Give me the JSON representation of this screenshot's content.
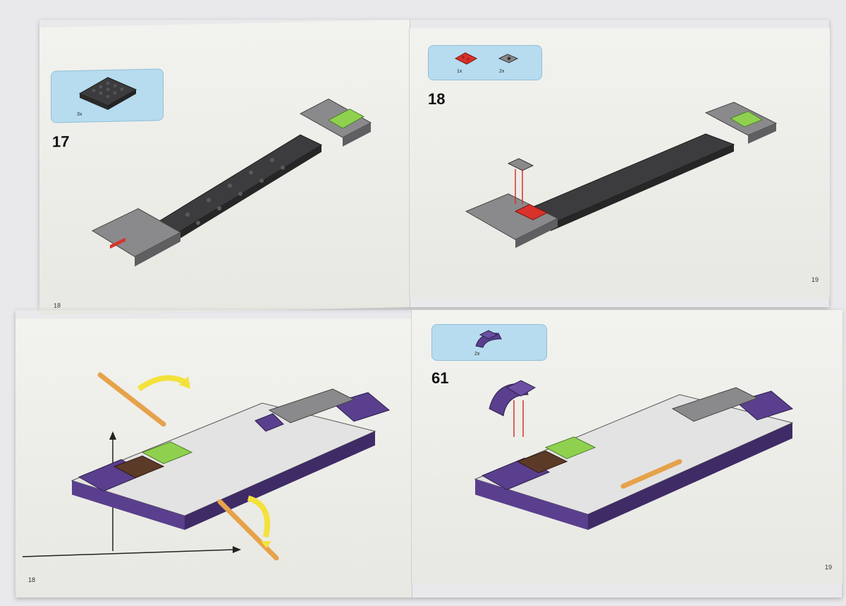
{
  "top_spread": {
    "left": {
      "step": "17",
      "page_number": "18",
      "callout_items": [
        {
          "qty": "3x",
          "part_icon": "dark-gray-plate-icon"
        }
      ]
    },
    "right": {
      "step": "18",
      "page_number": "19",
      "callout_items": [
        {
          "qty": "1x",
          "part_icon": "red-plate-icon"
        },
        {
          "qty": "2x",
          "part_icon": "gray-bracket-icon"
        }
      ]
    }
  },
  "bottom_spread": {
    "left": {
      "page_number": "18"
    },
    "right": {
      "step": "61",
      "page_number": "19",
      "callout_items": [
        {
          "qty": "2x",
          "part_icon": "purple-mudguard-icon"
        }
      ]
    }
  },
  "colors": {
    "callout_bg": "#b7dcef",
    "plate_dark": "#3c3c3e",
    "plate_light": "#8a8a8c",
    "purple": "#5a3f8e",
    "lime": "#8fd14f",
    "red": "#d8322a",
    "yellow_arrow": "#f3e23b",
    "orange_pole": "#e6a24b"
  }
}
